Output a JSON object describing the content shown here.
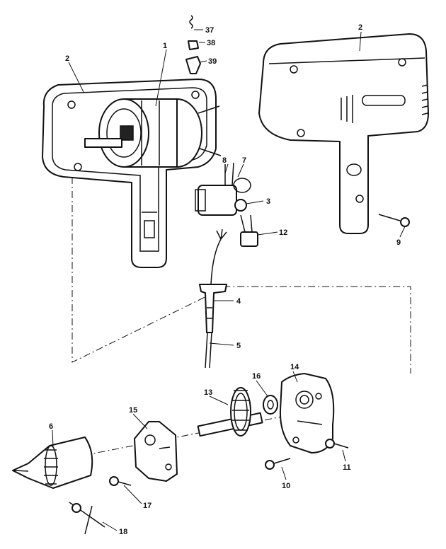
{
  "callouts": {
    "c1": "1",
    "c2_left": "2",
    "c2_right": "2",
    "c3": "3",
    "c4": "4",
    "c5": "5",
    "c6": "6",
    "c7": "7",
    "c8": "8",
    "c9": "9",
    "c10": "10",
    "c11": "11",
    "c12": "12",
    "c13": "13",
    "c14": "14",
    "c15": "15",
    "c16": "16",
    "c17": "17",
    "c18": "18",
    "c37": "37",
    "c38": "38",
    "c39": "39"
  },
  "colors": {
    "ink": "#111111",
    "paper": "#ffffff"
  }
}
